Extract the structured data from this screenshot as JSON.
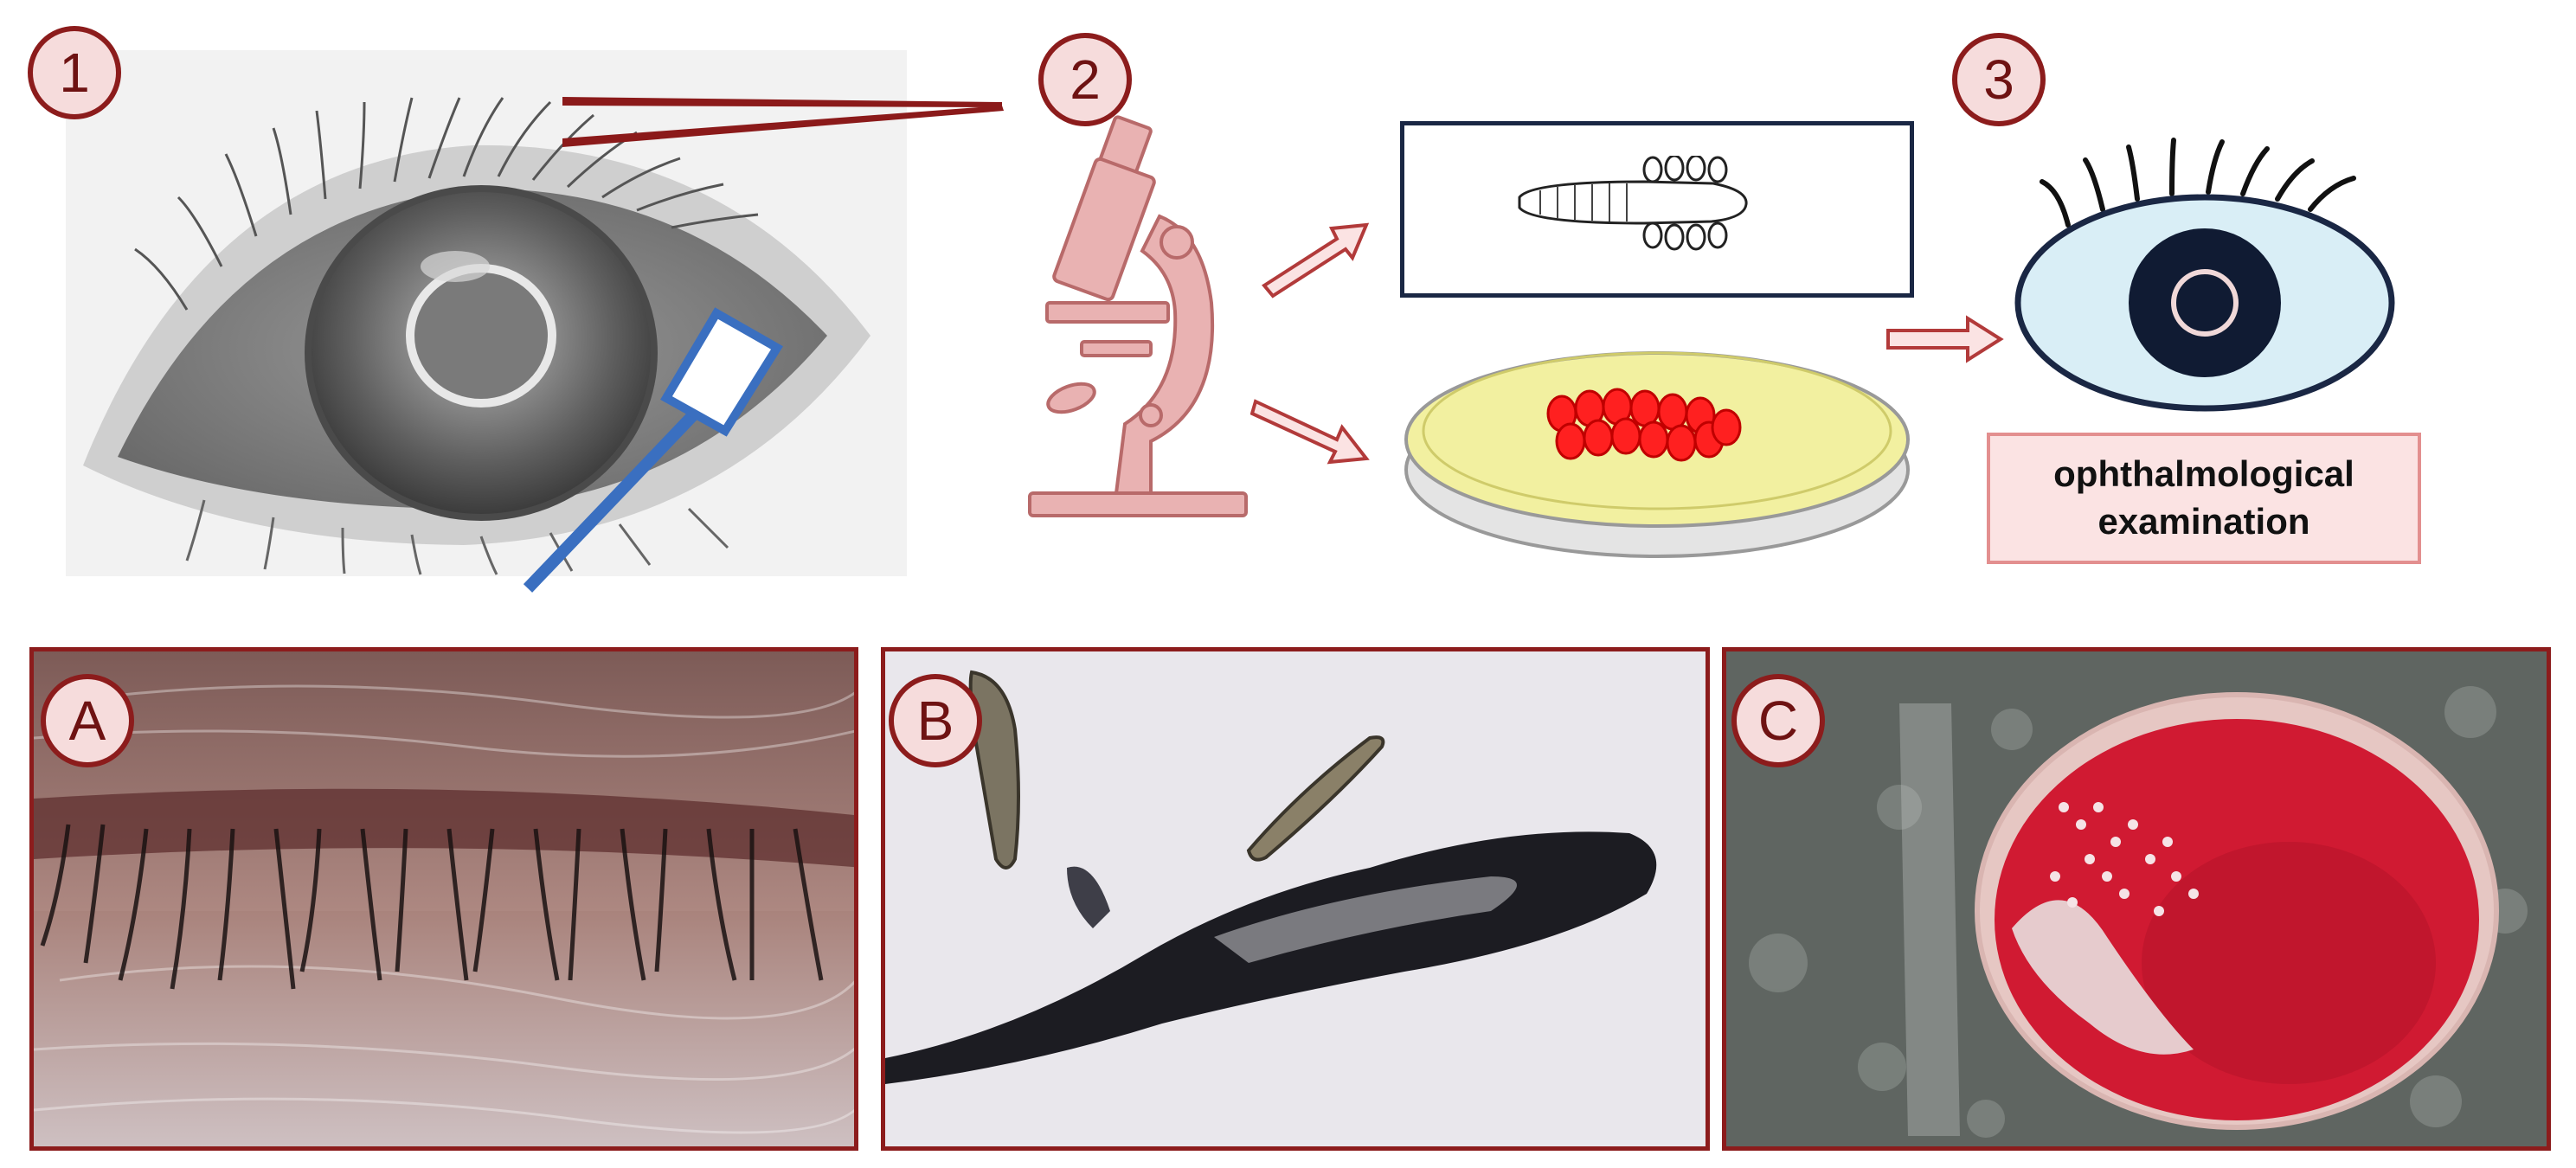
{
  "steps": [
    "1",
    "2",
    "3"
  ],
  "panels": [
    "A",
    "B",
    "C"
  ],
  "exam_label": "ophthalmological\nexamination",
  "colors": {
    "badge_border": "#8c1c1c",
    "badge_fill": "#f6dcdc",
    "arrow": "#8b1a1a",
    "swab": "#3a6fc0",
    "eye_fill": "#d9eef6",
    "eye_outline": "#1a2744",
    "dish_media": "#f2f0a0",
    "colony": "#ff2020",
    "blood_agar": "#d01a32"
  },
  "icons": [
    "eye-illustration-icon",
    "tweezers-icon",
    "swab-icon",
    "microscope-icon",
    "demodex-mite-icon",
    "petri-dish-icon",
    "eye-icon"
  ]
}
